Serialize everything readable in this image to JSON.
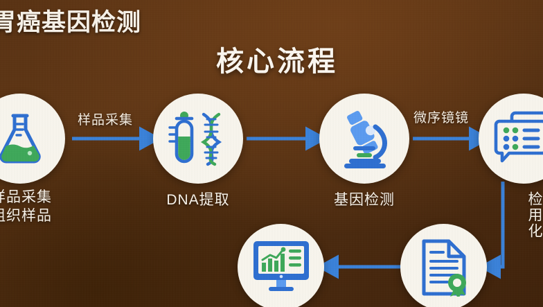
{
  "deck": {
    "header_title": "胃癌基因检测",
    "main_title": "核心流程"
  },
  "theme": {
    "background_dark": "#40230c",
    "background_light": "#6e3f19",
    "text_color": "#f6f1e8",
    "accent_blue": "#2f6fd0",
    "arrow_blue": "#3b82d8",
    "accent_green": "#34a853",
    "node_fill": "#f7f4ec"
  },
  "flow": {
    "nodes": [
      {
        "id": "sample-collection",
        "icon": "flask-icon",
        "caption_lines": [
          "样品采集",
          "组织样品"
        ],
        "caption_layout": "stacked"
      },
      {
        "id": "dna-extraction",
        "icon": "dna-test-tube-icon",
        "caption_lines": [
          "DNA提取"
        ],
        "caption_layout": "single"
      },
      {
        "id": "gene-testing",
        "icon": "microscope-icon",
        "caption_lines": [
          "基因检测"
        ],
        "caption_layout": "single"
      },
      {
        "id": "data-analysis",
        "icon": "data-list-icon",
        "caption_lines": [
          "检用化"
        ],
        "caption_layout": "vertical"
      },
      {
        "id": "report-generation",
        "icon": "certificate-document-icon",
        "caption_lines": [],
        "caption_layout": "none"
      },
      {
        "id": "result-visualization",
        "icon": "monitor-chart-icon",
        "caption_lines": [],
        "caption_layout": "none"
      }
    ],
    "edges": [
      {
        "id": "edge-1",
        "label": "样品采集",
        "direction": "right"
      },
      {
        "id": "edge-2",
        "label": "",
        "direction": "right"
      },
      {
        "id": "edge-3",
        "label": "微序镜镜",
        "direction": "right"
      },
      {
        "id": "edge-4",
        "label": "",
        "direction": "down-left"
      },
      {
        "id": "edge-5",
        "label": "",
        "direction": "left"
      }
    ]
  }
}
